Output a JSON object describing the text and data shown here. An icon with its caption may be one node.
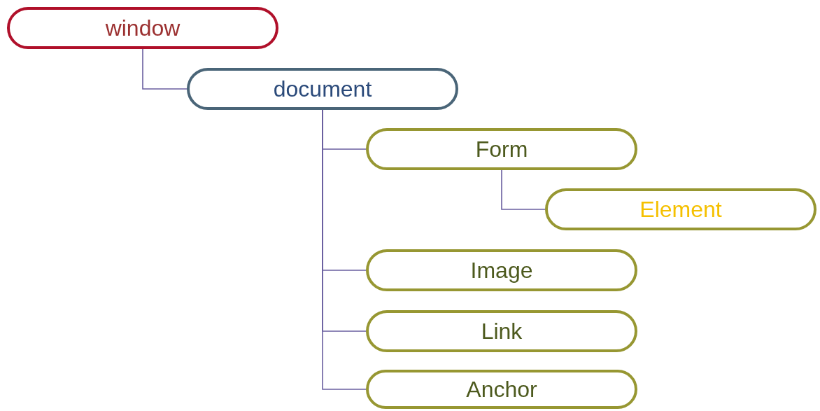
{
  "diagram": {
    "nodes": [
      {
        "text": [
          "window"
        ]
      },
      {
        "text": [
          "document"
        ]
      },
      {
        "text": [
          "Form"
        ]
      },
      {
        "text": [
          "Element"
        ]
      },
      {
        "text": [
          "Image"
        ]
      },
      {
        "text": [
          "Link"
        ]
      },
      {
        "text": [
          "Anchor"
        ]
      }
    ],
    "edges": [
      {
        "from": 0,
        "to": 1,
        "arrow": "none"
      },
      {
        "from": 1,
        "to": 2,
        "arrow": "none"
      },
      {
        "from": 2,
        "to": 3,
        "arrow": "none"
      },
      {
        "from": 1,
        "to": 4,
        "arrow": "none"
      },
      {
        "from": 1,
        "to": 5,
        "arrow": "none"
      },
      {
        "from": 1,
        "to": 6,
        "arrow": "none"
      }
    ]
  }
}
